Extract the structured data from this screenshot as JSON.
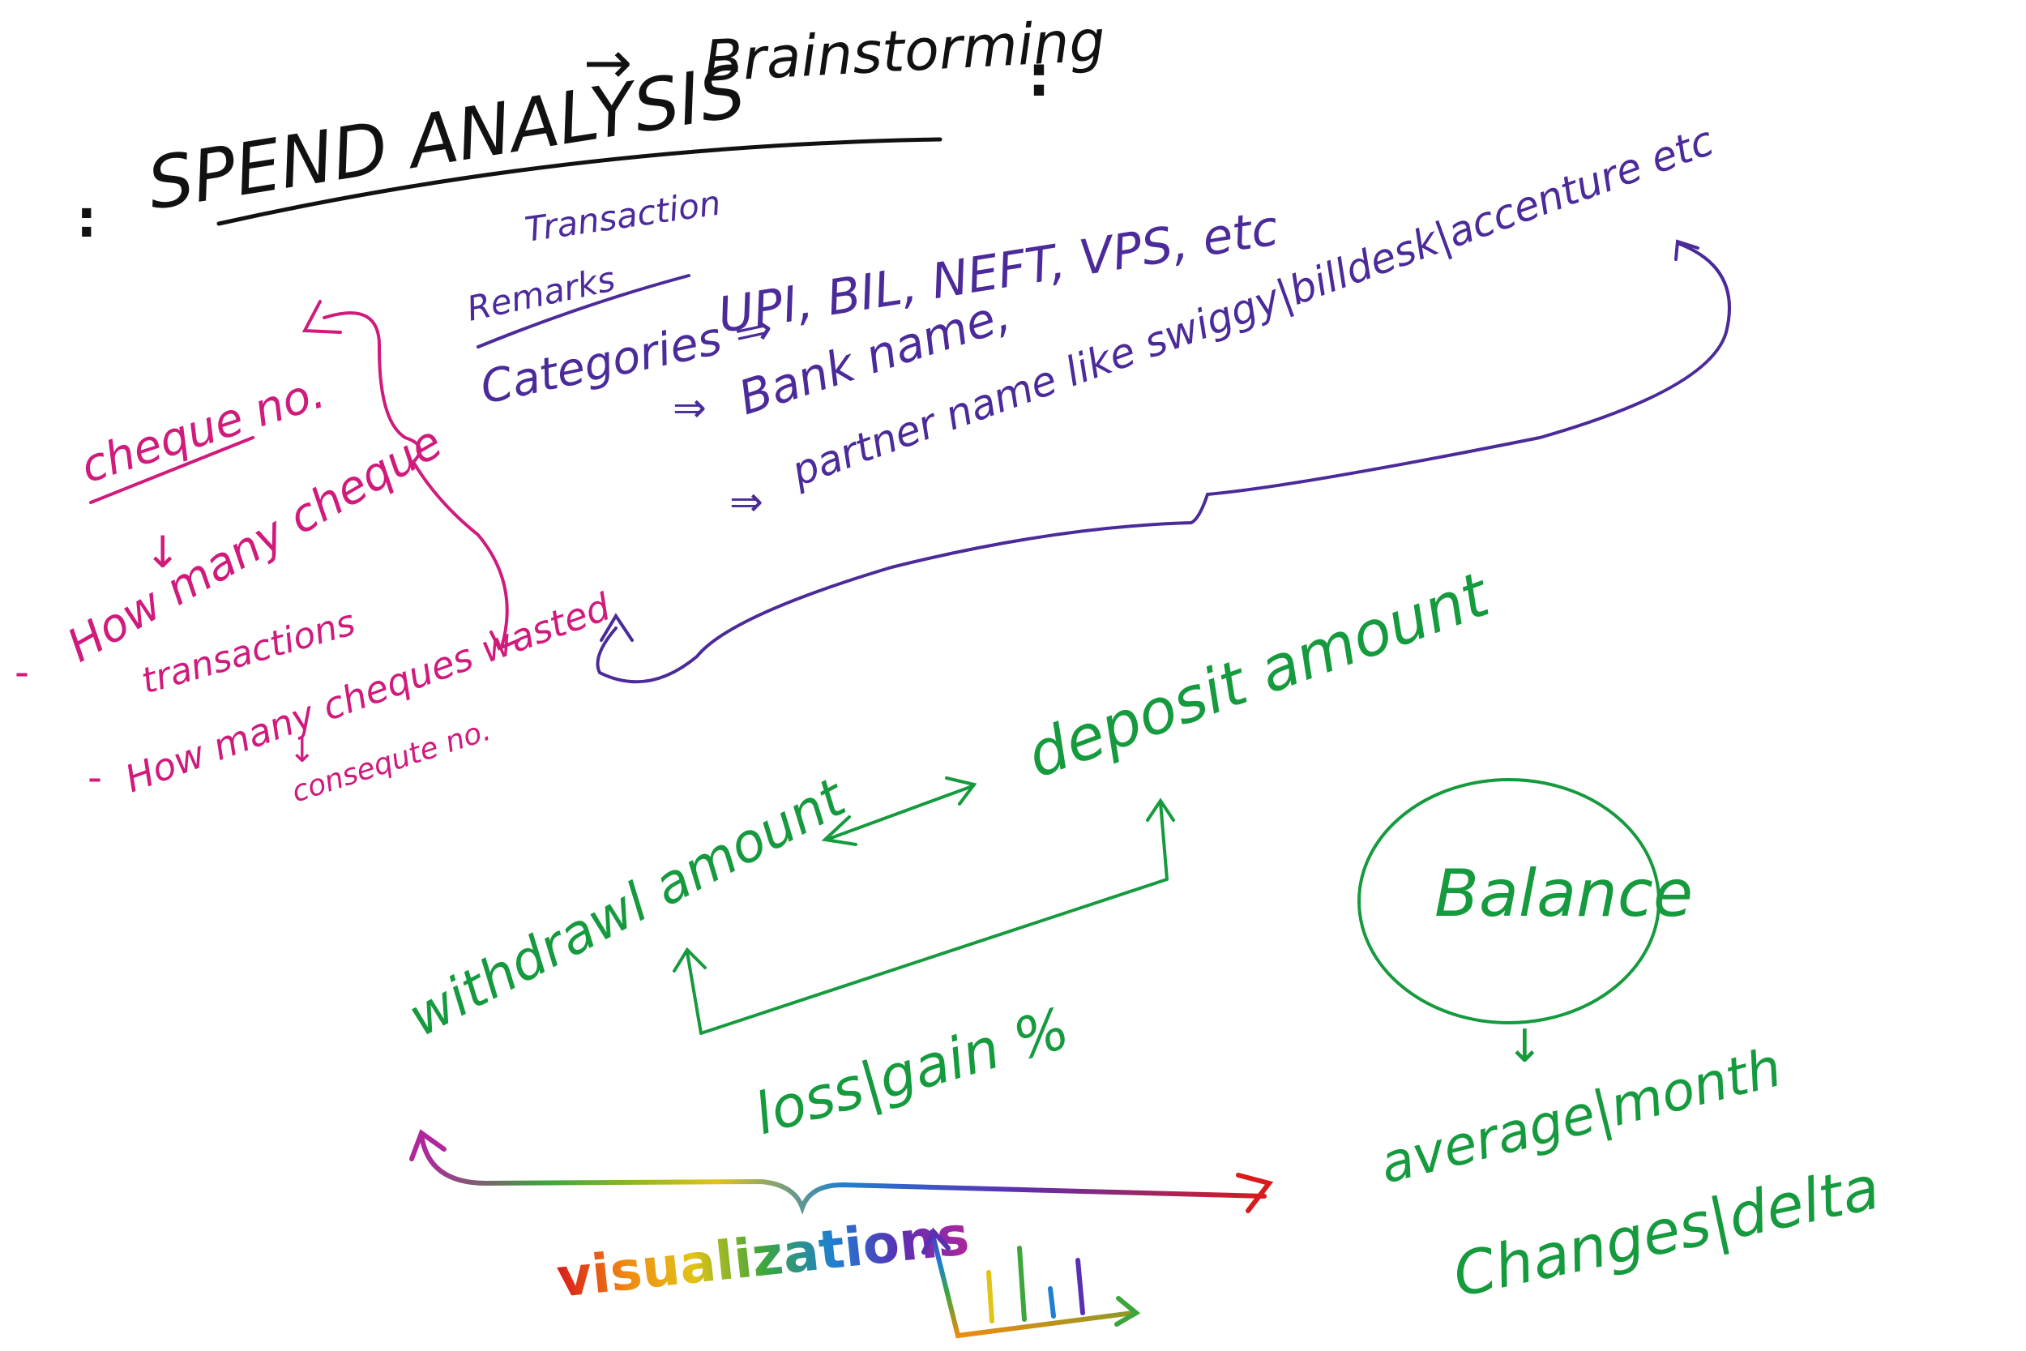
{
  "title": {
    "main": "SPEND ANALYSIS",
    "arrow": "→",
    "sub": "Brainstorming",
    "colon": ":"
  },
  "transaction": {
    "header_line1": "Transaction",
    "header_line2": "Remarks",
    "categories_label": "Categories ⇒",
    "row1": "UPI, BIL, NEFT, VPS, etc",
    "row2_prefix": "⇒",
    "row2": "Bank name,",
    "row3_prefix": "⇒",
    "row3": "partner name like swiggy|billdesk|accenture etc"
  },
  "cheque": {
    "title": "cheque no.",
    "down": "↓",
    "item1_dash": "-",
    "item1_line1": "How many cheque",
    "item1_line2": "transactions",
    "item2_dash": "-",
    "item2": "How many cheques wasted",
    "item2_down": "↓",
    "item2_note": "consequte no."
  },
  "amounts": {
    "deposit": "deposit amount",
    "withdrawal": "withdrawl amount",
    "loss_gain": "loss|gain %"
  },
  "balance": {
    "label": "Balance",
    "down": "↓",
    "line1": "average|month",
    "line2": "Changes|delta"
  },
  "visualizations": {
    "label": "visualizations"
  },
  "colors": {
    "black": "#111111",
    "purple": "#4b2a9a",
    "magenta": "#d01a7c",
    "green": "#169a3e",
    "rainbow": [
      "#d81b1b",
      "#f08a12",
      "#e2c317",
      "#3ca63c",
      "#1f7fd1",
      "#5a2fb3",
      "#b0269c"
    ]
  }
}
